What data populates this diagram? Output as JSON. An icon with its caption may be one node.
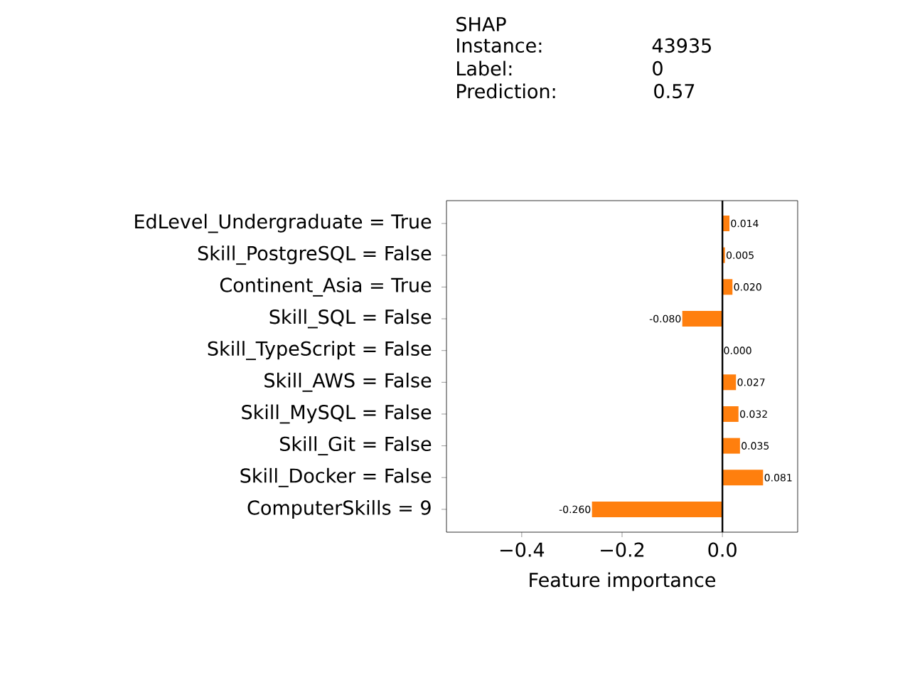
{
  "diagram": {
    "labels": [
      "SHAP",
      "Instance:",
      "43935",
      "Label:",
      "0",
      "Prediction:",
      "0.57"
    ],
    "chart_data": {
      "type": "bar",
      "orientation": "horizontal",
      "xlabel": "Feature importance",
      "categories": [
        "EdLevel_Undergraduate = True",
        "Skill_PostgreSQL = False",
        "Continent_Asia = True",
        "Skill_SQL = False",
        "Skill_TypeScript = False",
        "Skill_AWS = False",
        "Skill_MySQL = False",
        "Skill_Git = False",
        "Skill_Docker = False",
        "ComputerSkills = 9"
      ],
      "series": [
        {
          "color": "#ff7f0e",
          "values": [
            0.014,
            0.005,
            0.02,
            -0.08,
            0.0,
            0.027,
            0.032,
            0.035,
            0.081,
            -0.26
          ]
        }
      ],
      "xlim": [
        -0.55,
        0.15
      ],
      "xticks": [
        {
          "value": -0.4,
          "label": "−0.4"
        },
        {
          "value": -0.2,
          "label": "−0.2"
        },
        {
          "value": 0.0,
          "label": "0.0"
        }
      ],
      "value_labels": [
        "0.014",
        "0.005",
        "0.020",
        "-0.080",
        "0.000",
        "0.027",
        "0.032",
        "0.035",
        "0.081",
        "-0.260"
      ]
    }
  }
}
